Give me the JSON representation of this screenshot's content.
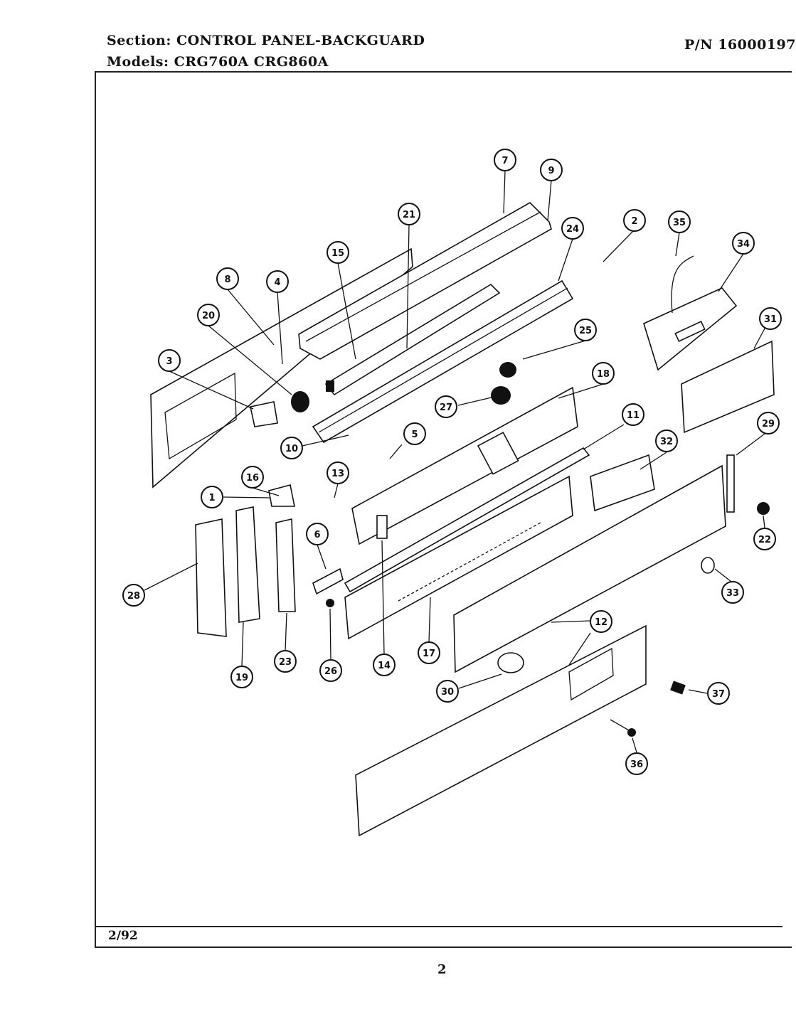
{
  "header": {
    "section": "Section:  CONTROL PANEL-BACKGUARD",
    "part_number": "P/N 16000197",
    "models": "Models:  CRG760A  CRG860A"
  },
  "footer": {
    "date": "2/92",
    "page": "2"
  },
  "callouts": [
    "1",
    "2",
    "3",
    "4",
    "5",
    "6",
    "7",
    "8",
    "9",
    "10",
    "11",
    "12",
    "13",
    "14",
    "15",
    "16",
    "17",
    "18",
    "19",
    "20",
    "21",
    "22",
    "23",
    "24",
    "25",
    "26",
    "27",
    "28",
    "29",
    "30",
    "31",
    "32",
    "33",
    "34",
    "35",
    "36",
    "37"
  ]
}
